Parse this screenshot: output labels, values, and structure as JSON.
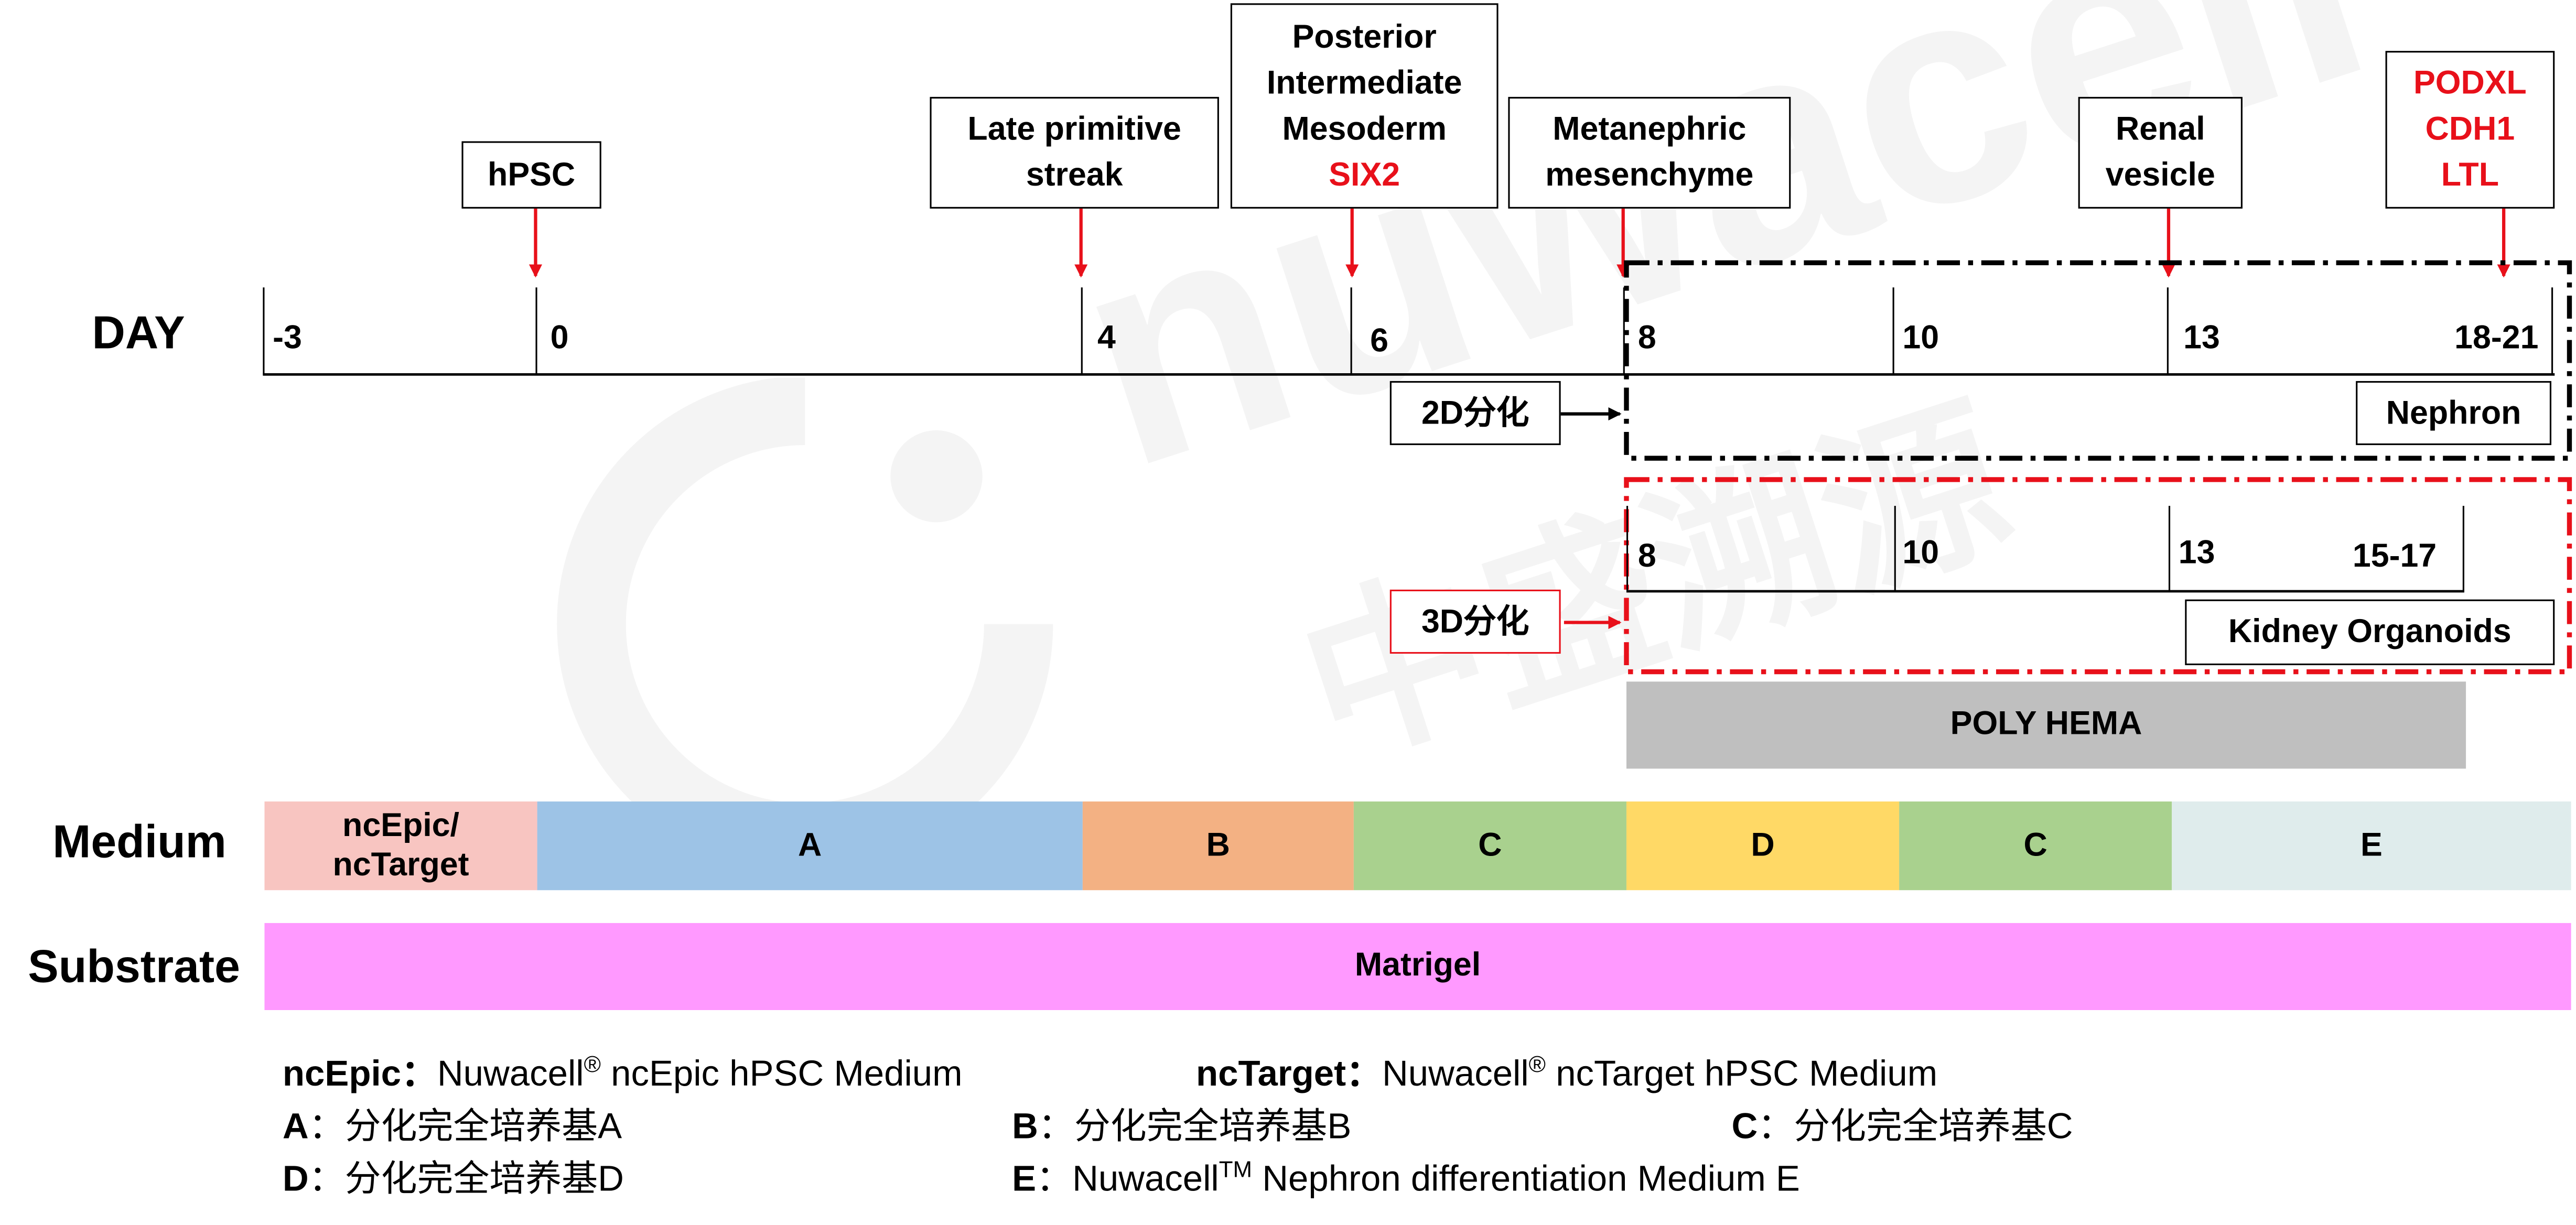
{
  "labels": {
    "day": "DAY",
    "medium": "Medium",
    "substrate": "Substrate"
  },
  "stages": {
    "hpsc": "hPSC",
    "late_primitive_streak": [
      "Late primitive",
      "streak"
    ],
    "posterior_intermediate_mesoderm": [
      "Posterior",
      "Intermediate",
      "Mesoderm"
    ],
    "pim_marker": "SIX2",
    "metanephric_mesenchyme": [
      "Metanephric",
      "mesenchyme"
    ],
    "renal_vesicle": [
      "Renal",
      "vesicle"
    ],
    "final_markers": [
      "PODXL",
      "CDH1",
      "LTL"
    ]
  },
  "main_days": [
    "-3",
    "0",
    "4",
    "6",
    "8",
    "10",
    "13",
    "18-21"
  ],
  "diff_2d": {
    "label": "2D分化",
    "result": "Nephron"
  },
  "diff_3d": {
    "label": "3D分化",
    "days": [
      "8",
      "10",
      "13",
      "15-17"
    ],
    "result": "Kidney Organoids"
  },
  "poly_hema": "POLY HEMA",
  "medium_segments": [
    {
      "label": [
        "ncEpic/",
        "ncTarget"
      ],
      "color": "#f8c5c1"
    },
    {
      "label": [
        "A"
      ],
      "color": "#9dc3e6"
    },
    {
      "label": [
        "B"
      ],
      "color": "#f3b183"
    },
    {
      "label": [
        "C"
      ],
      "color": "#a9d18e"
    },
    {
      "label": [
        "D"
      ],
      "color": "#ffd966"
    },
    {
      "label": [
        "C"
      ],
      "color": "#a9d18e"
    },
    {
      "label": [
        "E"
      ],
      "color": "#dfecec"
    }
  ],
  "substrate": {
    "label": "Matrigel",
    "color": "#ff99ff"
  },
  "legend": {
    "ncepic_key": "ncEpic：",
    "ncepic_text_pre": "Nuwacell",
    "ncepic_sup": "®",
    "ncepic_text_post": " ncEpic  hPSC Medium",
    "nctarget_key": "ncTarget：",
    "nctarget_text_pre": "Nuwacell",
    "nctarget_sup": "®",
    "nctarget_text_post": " ncTarget  hPSC Medium",
    "a_key": "A",
    "a_text": "：分化完全培养基A",
    "b_key": "B",
    "b_text": "：分化完全培养基B",
    "c_key": "C",
    "c_text": "：分化完全培养基C",
    "d_key": "D",
    "d_text": "：分化完全培养基D",
    "e_key": "E",
    "e_text_pre": "：Nuwacell",
    "e_sup": "TM",
    "e_text_post": " Nephron differentiation Medium E"
  },
  "watermark": {
    "brand": "nuwacell",
    "cn": "中盛溯源"
  },
  "colors": {
    "arrow_red": "#e8101a",
    "poly_hema": "#bfbfbf"
  }
}
